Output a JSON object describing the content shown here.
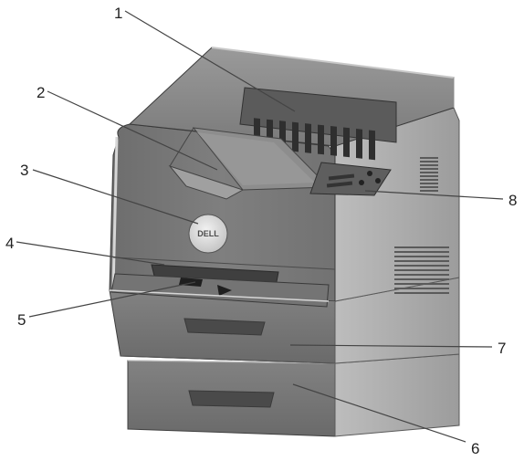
{
  "callouts": [
    {
      "number": "1"
    },
    {
      "number": "2"
    },
    {
      "number": "3"
    },
    {
      "number": "4"
    },
    {
      "number": "5"
    },
    {
      "number": "6"
    },
    {
      "number": "7"
    },
    {
      "number": "8"
    }
  ],
  "logo_text": "DELL",
  "colors": {
    "body_front": "#7a7a7a",
    "body_side": "#a9a9a9",
    "body_top": "#8a8a8a",
    "body_dark": "#5f5f5f",
    "trim_light": "#d2d2d2",
    "leader_line": "#444444"
  }
}
